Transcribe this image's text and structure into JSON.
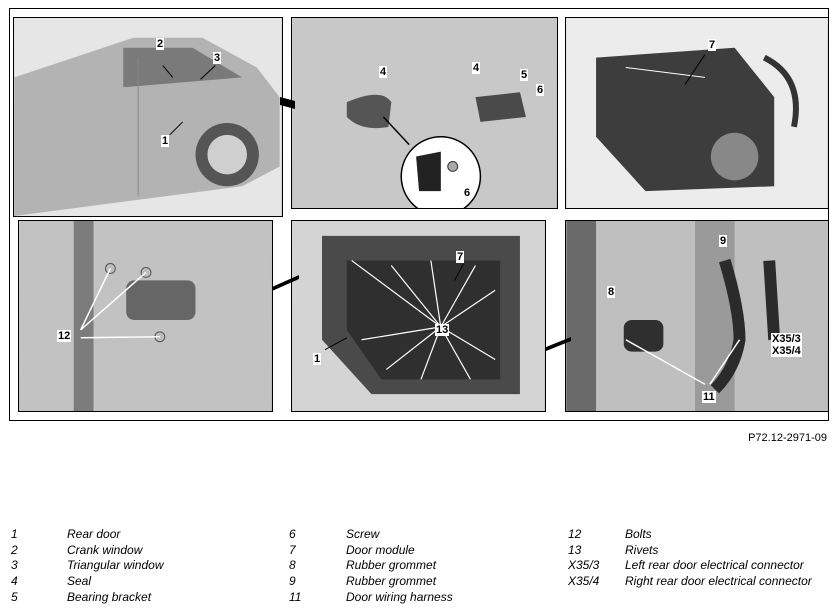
{
  "figure": {
    "code": "P72.12-2971-09",
    "panels": [
      {
        "id": "panel-car-side",
        "callouts": [
          "2",
          "3",
          "1"
        ]
      },
      {
        "id": "panel-door-handle",
        "callouts": [
          "4",
          "4",
          "5",
          "6",
          "6"
        ]
      },
      {
        "id": "panel-door-module",
        "callouts": [
          "7"
        ]
      },
      {
        "id": "panel-door-bolts",
        "callouts": [
          "12"
        ]
      },
      {
        "id": "panel-rivets",
        "callouts": [
          "7",
          "13",
          "1"
        ]
      },
      {
        "id": "panel-harness",
        "callouts": [
          "9",
          "8",
          "X35/3",
          "X35/4",
          "11"
        ]
      }
    ]
  },
  "legend": {
    "columns": [
      [
        {
          "num": "1",
          "desc": "Rear door"
        },
        {
          "num": "2",
          "desc": "Crank window"
        },
        {
          "num": "3",
          "desc": "Triangular window"
        },
        {
          "num": "4",
          "desc": "Seal"
        },
        {
          "num": "5",
          "desc": "Bearing bracket"
        }
      ],
      [
        {
          "num": "6",
          "desc": "Screw"
        },
        {
          "num": "7",
          "desc": "Door module"
        },
        {
          "num": "8",
          "desc": "Rubber grommet"
        },
        {
          "num": "9",
          "desc": "Rubber grommet"
        },
        {
          "num": "11",
          "desc": "Door wiring harness"
        }
      ],
      [
        {
          "num": "12",
          "desc": "Bolts"
        },
        {
          "num": "13",
          "desc": "Rivets"
        },
        {
          "num": "X35/3",
          "desc": "Left rear door electrical connector"
        },
        {
          "num": "X35/4",
          "desc": "Right rear door electrical connector"
        }
      ]
    ]
  }
}
